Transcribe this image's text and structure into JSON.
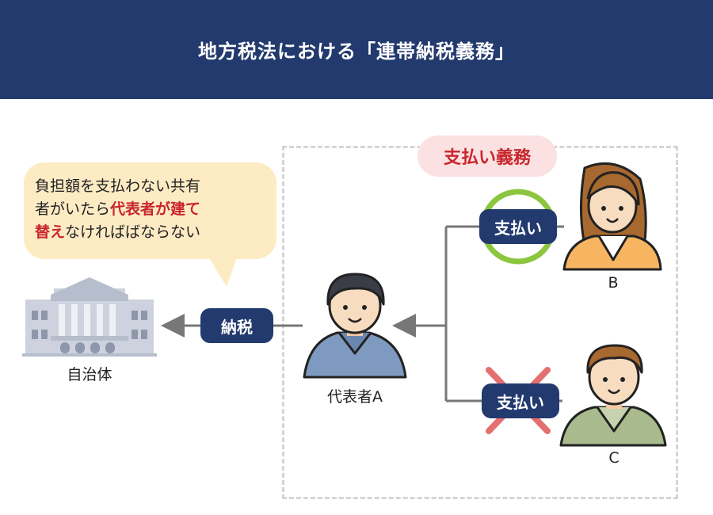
{
  "header": {
    "title": "地方税法における「連帯納税義務」"
  },
  "duty_label": "支払い義務",
  "bubble": {
    "line1": "負担額を支払わない共有",
    "line2_normal": "者がいたら",
    "line2_red": "代表者が建て",
    "line3_red": "替え",
    "line3_normal": "なければばならない"
  },
  "pills": {
    "tax_payment": "納税",
    "pay_b": "支払い",
    "pay_c": "支払い"
  },
  "labels": {
    "municipality": "自治体",
    "representative": "代表者A",
    "person_b": "B",
    "person_c": "C"
  },
  "colors": {
    "navy": "#233a6e",
    "accent_red": "#c8262d",
    "ok_green": "#8cc63f",
    "ng_red": "#e36f6f"
  },
  "icons": {
    "municipality": "government-building-icon",
    "ok_mark": "circle-ok-icon",
    "ng_mark": "cross-ng-icon"
  }
}
